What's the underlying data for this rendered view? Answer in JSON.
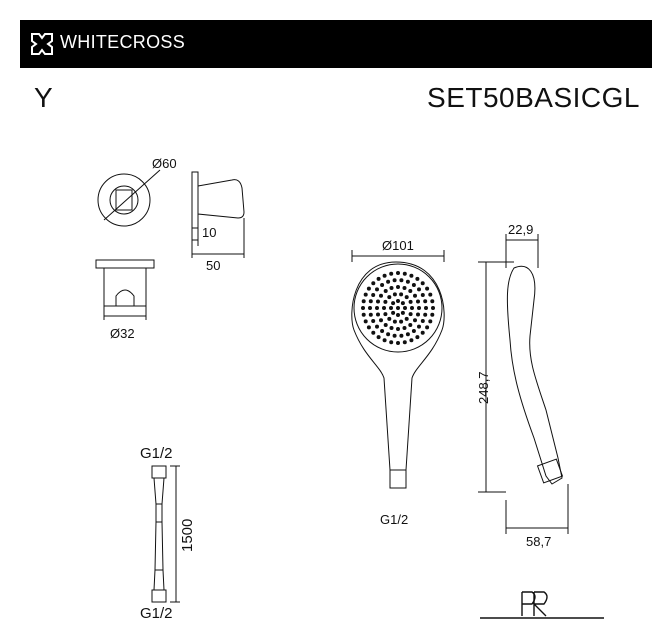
{
  "header": {
    "brand": "WHITECROSS"
  },
  "variant": "Y",
  "product_code": "SET50BASICGL",
  "dimensions": {
    "holder_diameter": "Ø60",
    "holder_depth": "10",
    "holder_projection": "50",
    "holder_hook_diameter": "Ø32",
    "head_diameter": "Ø101",
    "handle_thickness": "22,9",
    "shower_length": "248,7",
    "shower_depth": "58,7",
    "shower_thread": "G1/2",
    "hose_thread_top": "G1/2",
    "hose_length": "1500",
    "hose_thread_bottom": "G1/2"
  },
  "colors": {
    "header_bg": "#000000",
    "line": "#111111"
  }
}
